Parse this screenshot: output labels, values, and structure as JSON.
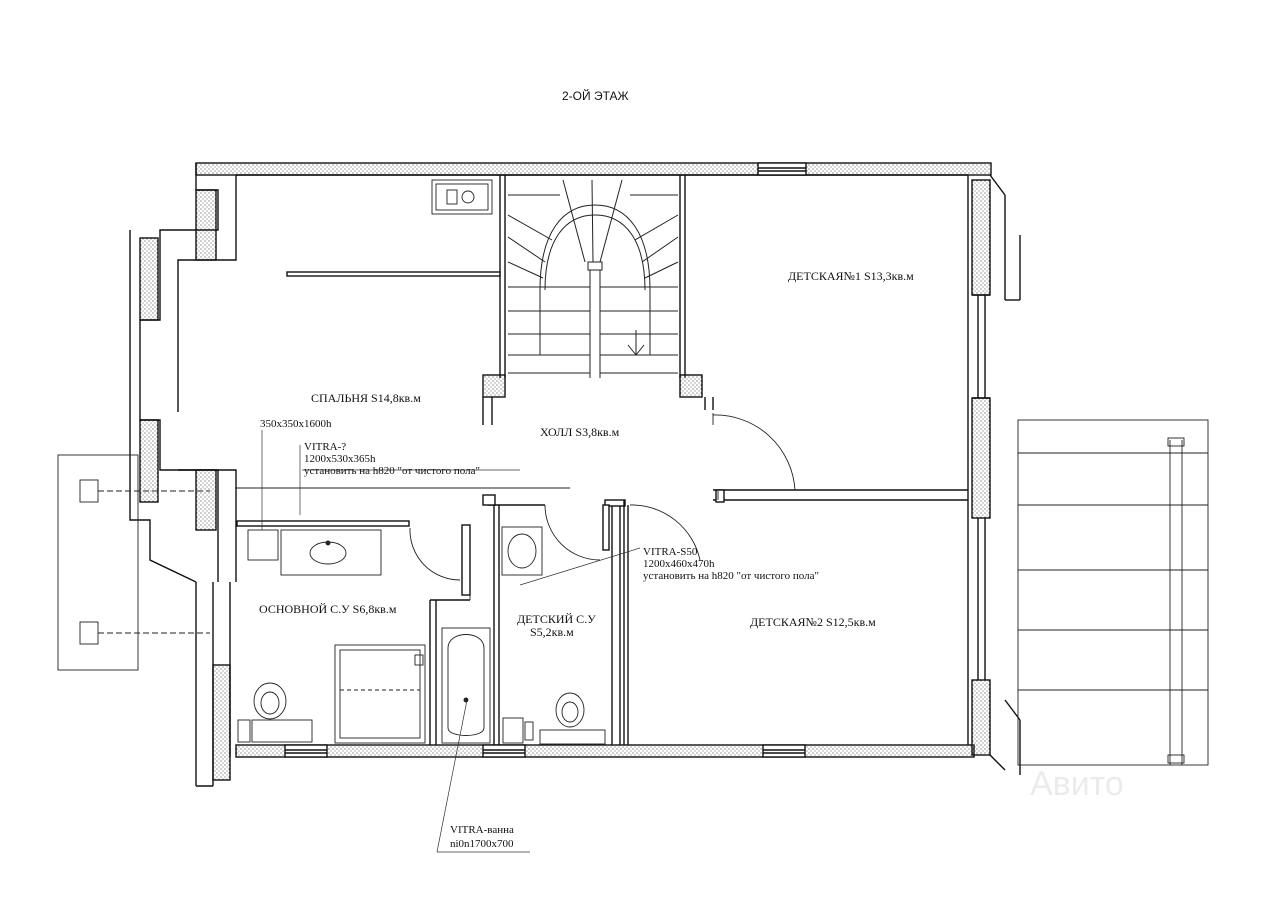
{
  "title": "2-ОЙ ЭТАЖ",
  "rooms": {
    "bedroom": "СПАЛЬНЯ S14,8кв.м",
    "hall": "ХОЛЛ S3,8кв.м",
    "kids1": "ДЕТСКАЯ№1 S13,3кв.м",
    "kids2": "ДЕТСКАЯ№2 S12,5кв.м",
    "main_bath": "ОСНОВНОЙ С.У S6,8кв.м",
    "kids_bath_line1": "ДЕТСКИЙ С.У",
    "kids_bath_line2": "S5,2кв.м"
  },
  "notes": {
    "cabinet_size": "350x350x1600h",
    "vitra_q_name": "VITRA-?",
    "vitra_q_size": "1200x530x365h",
    "vitra_q_install": "установить на h820 \"от чистого пола\"",
    "vitra_s50_name": "VITRA-S50",
    "vitra_s50_size": "1200x460x470h",
    "vitra_s50_install": "установить на h820 \"от чистого пола\"",
    "bath_name": "VITRA-ванна",
    "bath_size": "ni0n1700x700"
  },
  "watermark": "Авито"
}
